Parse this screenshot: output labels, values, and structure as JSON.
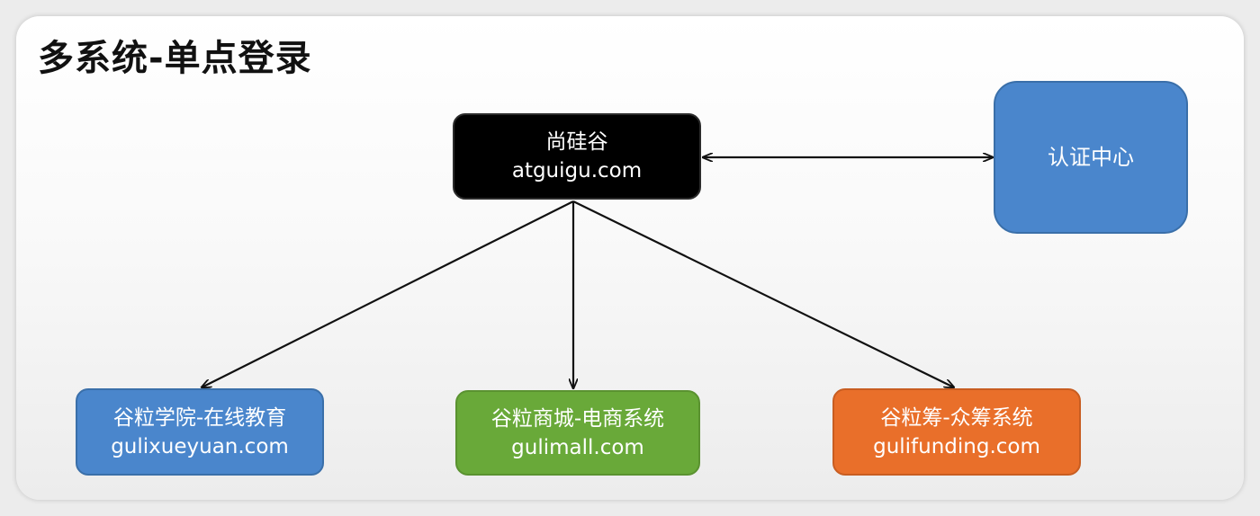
{
  "title": "多系统-单点登录",
  "colors": {
    "portal": "#000000",
    "auth": "#4a86cc",
    "edu": "#4a86cc",
    "mall": "#69a939",
    "fund": "#e96f2a",
    "arrow": "#111111"
  },
  "nodes": {
    "portal": {
      "name": "尚硅谷",
      "domain": "atguigu.com"
    },
    "auth": {
      "name": "认证中心"
    },
    "edu": {
      "name": "谷粒学院-在线教育",
      "domain": "gulixueyuan.com"
    },
    "mall": {
      "name": "谷粒商城-电商系统",
      "domain": "gulimall.com"
    },
    "fund": {
      "name": "谷粒筹-众筹系统",
      "domain": "gulifunding.com"
    }
  },
  "edges": [
    {
      "from": "portal",
      "to": "auth",
      "direction": "both"
    },
    {
      "from": "portal",
      "to": "edu",
      "direction": "forward"
    },
    {
      "from": "portal",
      "to": "mall",
      "direction": "forward"
    },
    {
      "from": "portal",
      "to": "fund",
      "direction": "forward"
    }
  ]
}
